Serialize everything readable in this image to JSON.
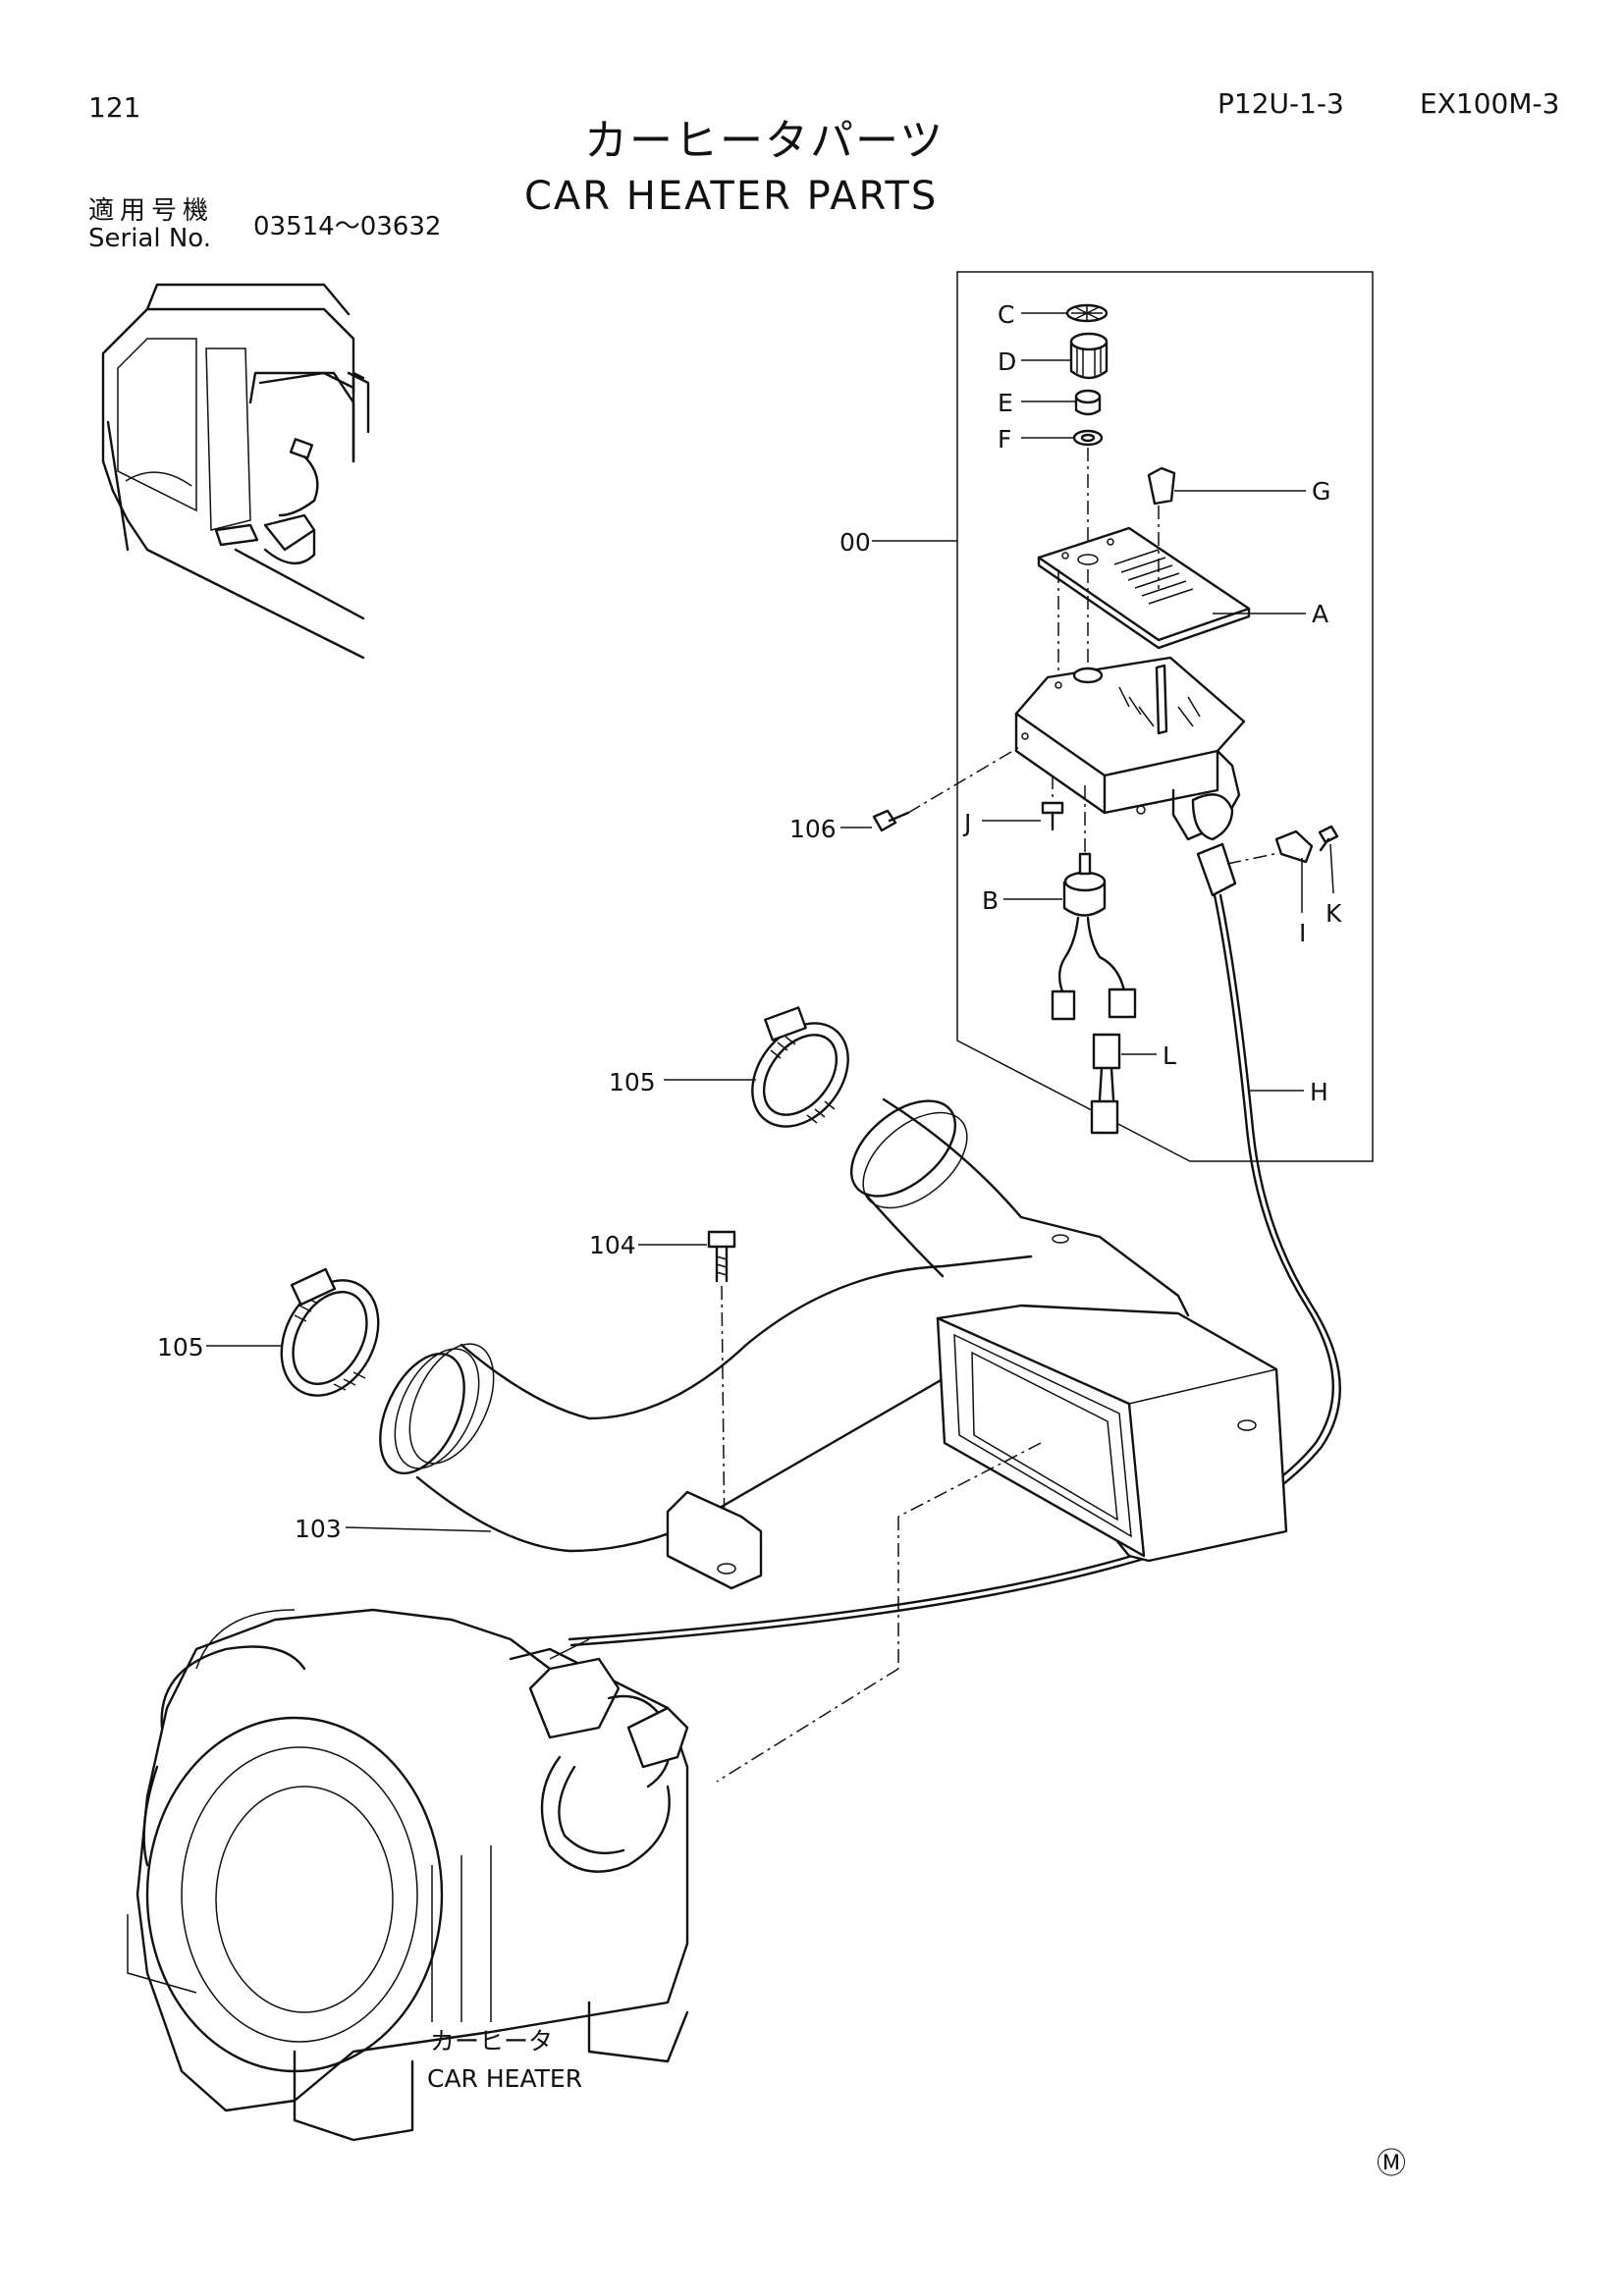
{
  "header": {
    "page_number": "121",
    "page_code": "P12U-1-3",
    "model": "EX100M-3",
    "title_jp": "カーヒータパーツ",
    "title_en": "CAR HEATER PARTS"
  },
  "serial": {
    "label_jp": "適用号機",
    "label_en": "Serial No.",
    "range": "03514～03632"
  },
  "callouts": {
    "c": "C",
    "d": "D",
    "e": "E",
    "f": "F",
    "g": "G",
    "a": "A",
    "assy": "00",
    "n106": "106",
    "j": "J",
    "b": "B",
    "i": "I",
    "k": "K",
    "l": "L",
    "h": "H",
    "n105a": "105",
    "n104": "104",
    "n105b": "105",
    "n103": "103"
  },
  "heater_label": {
    "jp": "カーヒータ",
    "en": "CAR HEATER"
  },
  "footer": {
    "mark": "Ⓜ"
  }
}
